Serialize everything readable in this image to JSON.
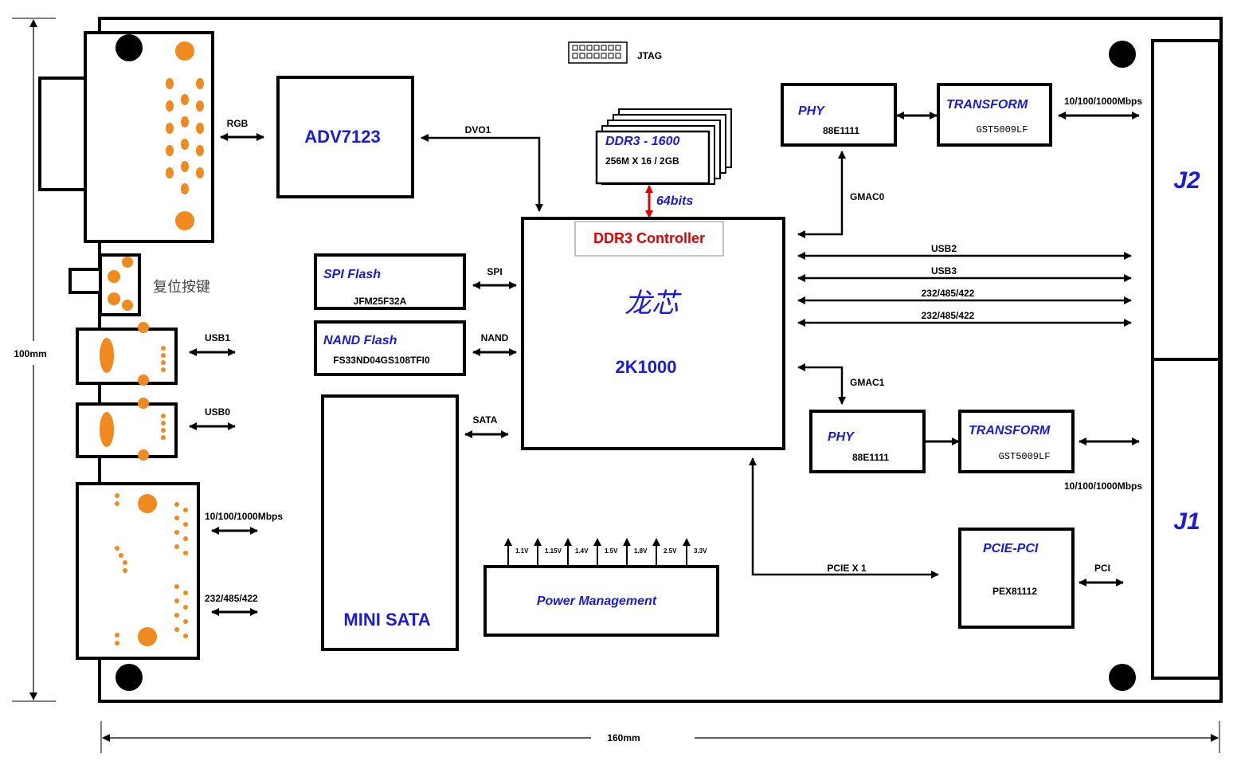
{
  "dimensions": {
    "height": "100mm",
    "width": "160mm"
  },
  "jtag": {
    "label": "JTAG"
  },
  "vga": {
    "link": "RGB"
  },
  "adv": {
    "name": "ADV7123",
    "link": "DVO1"
  },
  "ddr3": {
    "title": "DDR3 - 1600",
    "spec": "256M X 16 / 2GB",
    "bus": "64bits"
  },
  "cpu": {
    "controller": "DDR3 Controller",
    "brand": "龙芯",
    "model": "2K1000"
  },
  "phy0": {
    "title": "PHY",
    "part": "88E1111",
    "link": "GMAC0"
  },
  "xfmr0": {
    "title": "TRANSFORM",
    "part": "GST5009LF",
    "speed": "10/100/1000Mbps"
  },
  "phy1": {
    "title": "PHY",
    "part": "88E1111",
    "link": "GMAC1"
  },
  "xfmr1": {
    "title": "TRANSFORM",
    "part": "GST5009LF",
    "speed": "10/100/1000Mbps"
  },
  "bus_lines": [
    "USB2",
    "USB3",
    "232/485/422",
    "232/485/422"
  ],
  "reset": {
    "label": "复位按键"
  },
  "usb": {
    "usb1": "USB1",
    "usb0": "USB0"
  },
  "rj45": {
    "eth": "10/100/1000Mbps",
    "serial": "232/485/422"
  },
  "spi": {
    "title": "SPI Flash",
    "part": "JFM25F32A",
    "link": "SPI"
  },
  "nand": {
    "title": "NAND Flash",
    "part": "FS33ND04GS108TFI0",
    "link": "NAND"
  },
  "sata": {
    "name": "MINI SATA",
    "link": "SATA"
  },
  "power": {
    "name": "Power Management",
    "rails": [
      "1.1V",
      "1.15V",
      "1.4V",
      "1.5V",
      "1.8V",
      "2.5V",
      "3.3V"
    ]
  },
  "pcie": {
    "title": "PCIE-PCI",
    "part": "PEX81112",
    "link": "PCIE X 1",
    "out": "PCI"
  },
  "connectors": {
    "j2": "J2",
    "j1": "J1"
  }
}
